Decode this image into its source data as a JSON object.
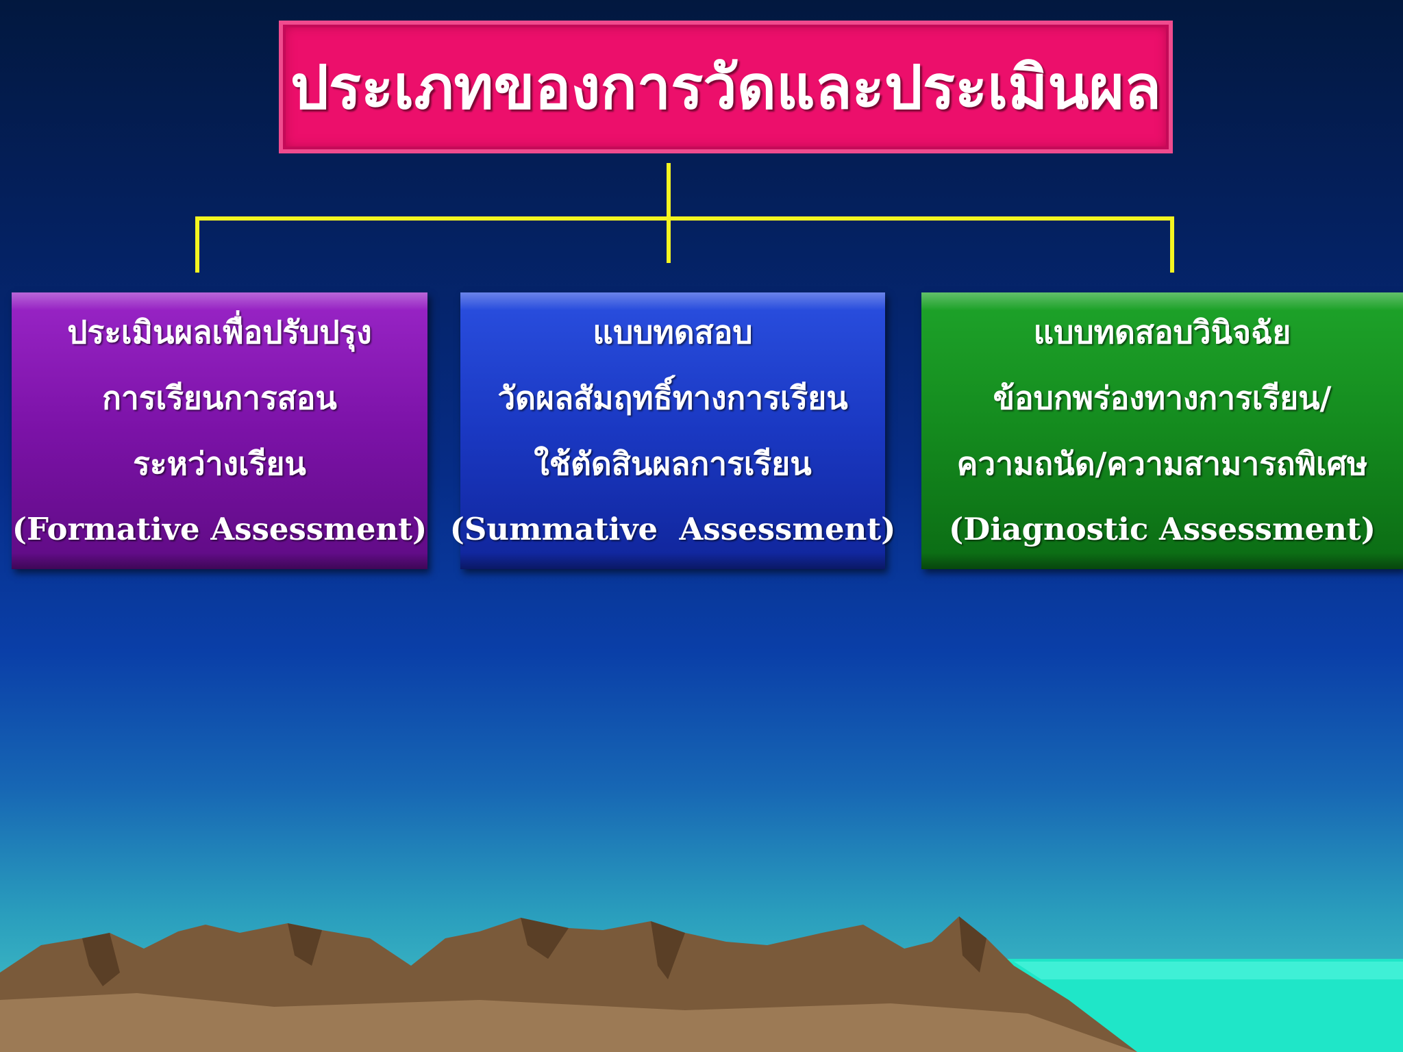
{
  "title": "ประเภทของการวัดและประเมินผล",
  "boxes": [
    {
      "lines": [
        "ประเมินผลเพื่อปรับปรุง",
        "การเรียนการสอน",
        "ระหว่างเรียน"
      ],
      "english": "(Formative Assessment)",
      "color": "#7b12a7"
    },
    {
      "lines": [
        "แบบทดสอบ",
        "วัดผลสัมฤทธิ์ทางการเรียน",
        "ใช้ตัดสินผลการเรียน"
      ],
      "english": "(Summative  Assessment)",
      "color": "#1a38c2"
    },
    {
      "lines": [
        "แบบทดสอบวินิจฉัย",
        "ข้อบกพร่องทางการเรียน/",
        "ความถนัด/ความสามารถพิเศษ"
      ],
      "english": "(Diagnostic Assessment)",
      "color": "#148a1e"
    }
  ],
  "colors": {
    "title_background": "#ec0f6b",
    "connector": "#f4f520"
  }
}
